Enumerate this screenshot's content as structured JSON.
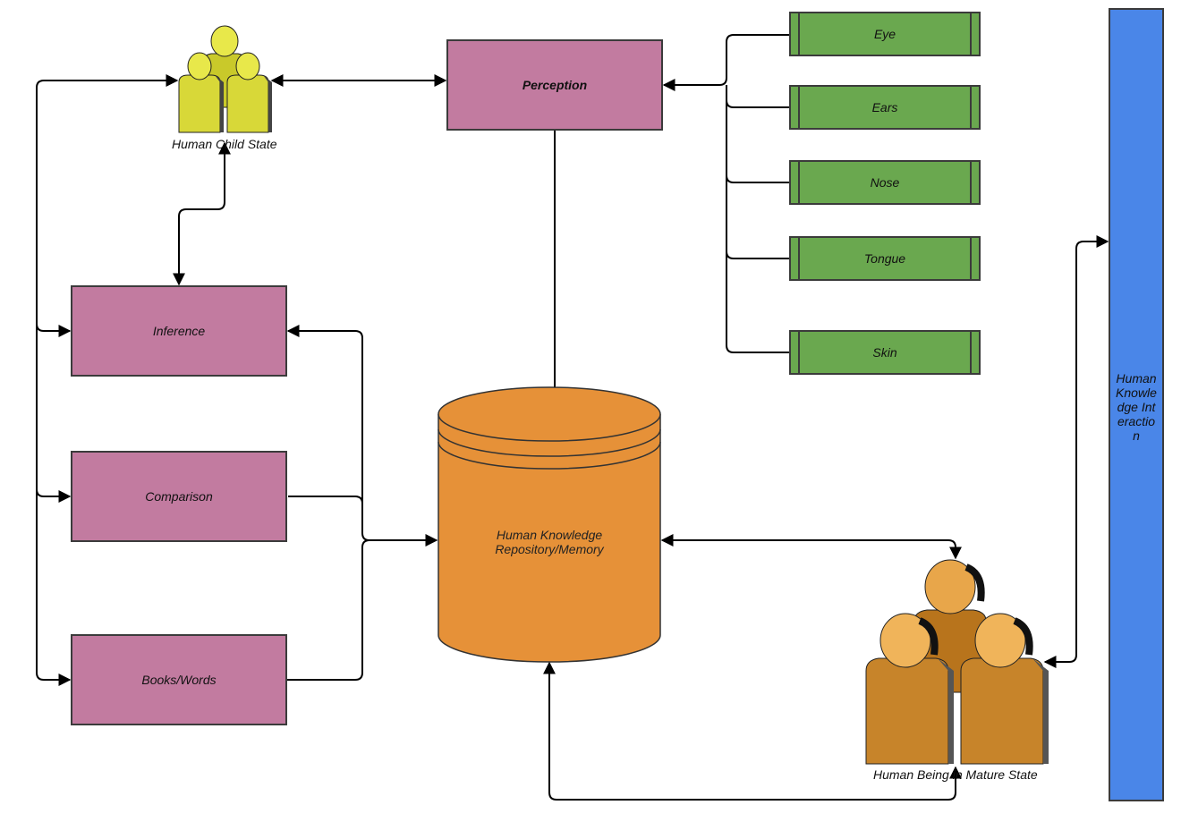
{
  "nodes": {
    "perception": "Perception",
    "inference": "Inference",
    "comparison": "Comparison",
    "books_words": "Books/Words",
    "repository_line1": "Human Knowledge",
    "repository_line2": "Repository/Memory",
    "child_state": "Human Child State",
    "mature_state": "Human Being in Mature State",
    "interaction": "Human Knowledge Interaction"
  },
  "senses": [
    "Eye",
    "Ears",
    "Nose",
    "Tongue",
    "Skin"
  ],
  "colors": {
    "process_box": "#c27ba0",
    "sense_box": "#6aa84f",
    "repository": "#e69138",
    "interaction_bar": "#4a86e8",
    "child_figure": "#e8e84a",
    "mature_figure": "#e0a040"
  },
  "icons": {
    "child_group": "people-group-icon",
    "mature_group": "people-group-icon"
  }
}
